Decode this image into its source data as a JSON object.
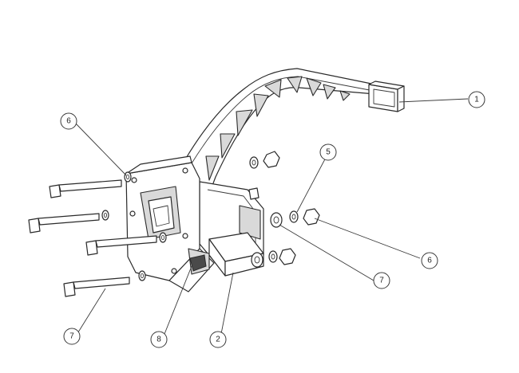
{
  "balloons": [
    {
      "label": "1"
    },
    {
      "label": "6"
    },
    {
      "label": "5"
    },
    {
      "label": "6"
    },
    {
      "label": "7"
    },
    {
      "label": "7"
    },
    {
      "label": "8"
    },
    {
      "label": "2"
    }
  ],
  "colors": {
    "line": "#2a2a2a",
    "shade": "#d9d9d9",
    "background": "#ffffff"
  }
}
